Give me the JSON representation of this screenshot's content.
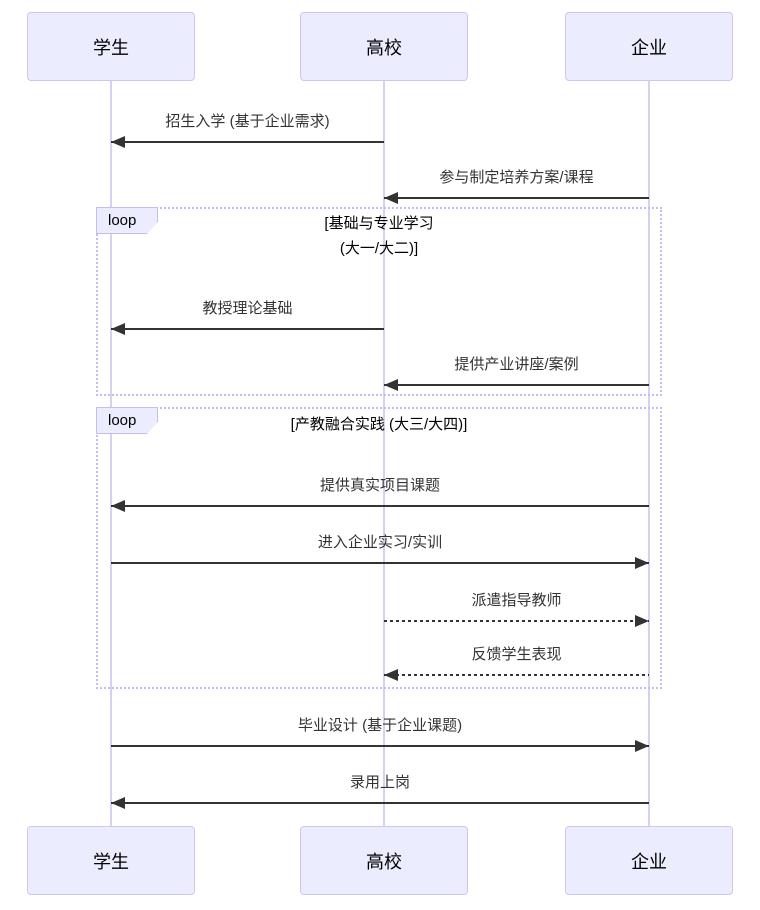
{
  "diagram": {
    "type": "sequence-diagram",
    "actors": [
      {
        "id": "student",
        "name": "学生"
      },
      {
        "id": "university",
        "name": "高校"
      },
      {
        "id": "enterprise",
        "name": "企业"
      }
    ],
    "messages": [
      {
        "label": "招生入学 (基于企业需求)",
        "from": "高校",
        "to": "学生",
        "line": "solid",
        "direction": "left"
      },
      {
        "label": "参与制定培养方案/课程",
        "from": "企业",
        "to": "高校",
        "line": "solid",
        "direction": "left"
      },
      {
        "label": "教授理论基础",
        "from": "高校",
        "to": "学生",
        "line": "solid",
        "direction": "left"
      },
      {
        "label": "提供产业讲座/案例",
        "from": "企业",
        "to": "高校",
        "line": "solid",
        "direction": "left"
      },
      {
        "label": "提供真实项目课题",
        "from": "企业",
        "to": "学生",
        "line": "solid",
        "direction": "left"
      },
      {
        "label": "进入企业实习/实训",
        "from": "学生",
        "to": "企业",
        "line": "solid",
        "direction": "right"
      },
      {
        "label": "派遣指导教师",
        "from": "高校",
        "to": "企业",
        "line": "dotted",
        "direction": "right"
      },
      {
        "label": "反馈学生表现",
        "from": "企业",
        "to": "高校",
        "line": "dotted",
        "direction": "left"
      },
      {
        "label": "毕业设计 (基于企业课题)",
        "from": "学生",
        "to": "企业",
        "line": "solid",
        "direction": "right"
      },
      {
        "label": "录用上岗",
        "from": "企业",
        "to": "学生",
        "line": "solid",
        "direction": "left"
      }
    ],
    "loops": [
      {
        "label": "loop",
        "title_lines": {
          "0": "[基础与专业学习",
          "1": "(大一/大二)]"
        }
      },
      {
        "label": "loop",
        "title_lines": {
          "0": "[产教融合实践 (大三/大四)]",
          "1": ""
        }
      }
    ],
    "colors": {
      "actor_fill": "#ECECFF",
      "actor_border": "#CFC6F0",
      "lifeline": "#D8D0F0",
      "loop_border": "#C5BCF0",
      "arrow": "#333333",
      "message_text": "#333333",
      "actor_text": "#000000"
    }
  }
}
